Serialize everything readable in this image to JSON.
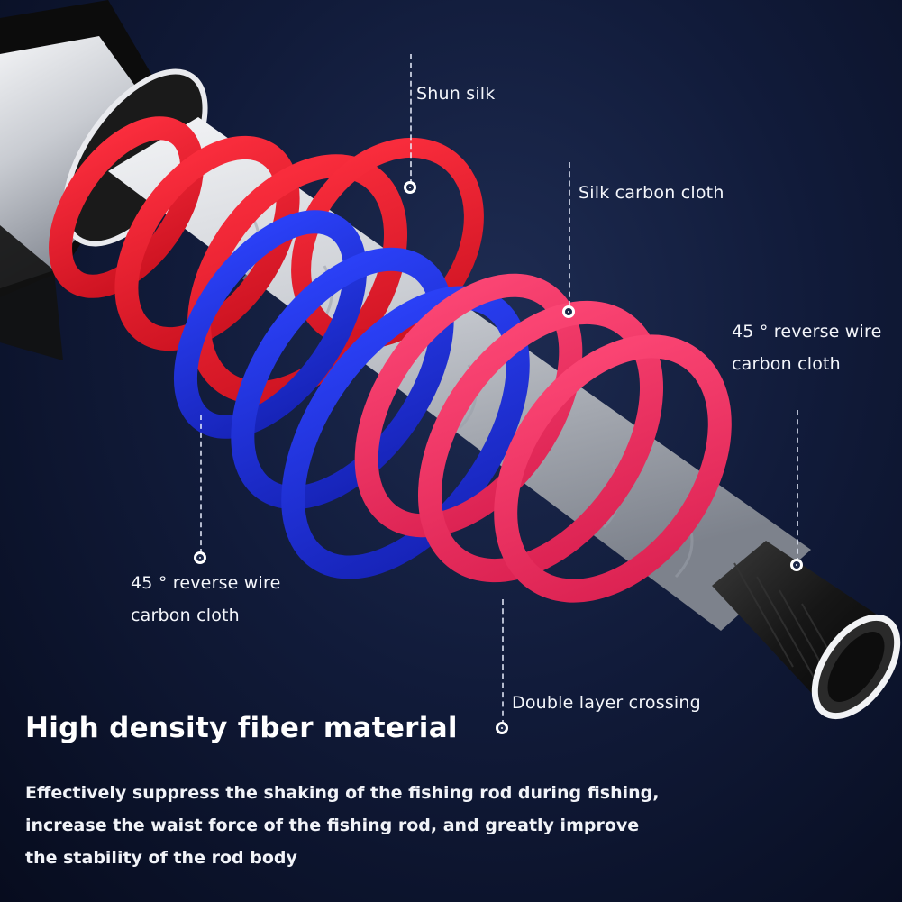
{
  "labels": {
    "shun_silk": "Shun silk",
    "silk_carbon_cloth": "Silk carbon cloth",
    "reverse_wire_right": [
      "45 ° reverse wire",
      "carbon cloth"
    ],
    "reverse_wire_left": [
      "45 ° reverse wire",
      "carbon cloth"
    ],
    "double_layer": "Double layer crossing"
  },
  "headline": "High density fiber material",
  "description": [
    "Effectively suppress the shaking of the fishing rod during fishing,",
    "increase the waist force of the fishing rod, and greatly improve",
    "the stability of the rod body"
  ],
  "colors": {
    "background": "#0a1228",
    "red_band": "#ee1c2c",
    "blue_band": "#1b2fe0",
    "pink_band": "#f2356a",
    "rod_silver": "#d8dade",
    "rod_black": "#141414"
  }
}
